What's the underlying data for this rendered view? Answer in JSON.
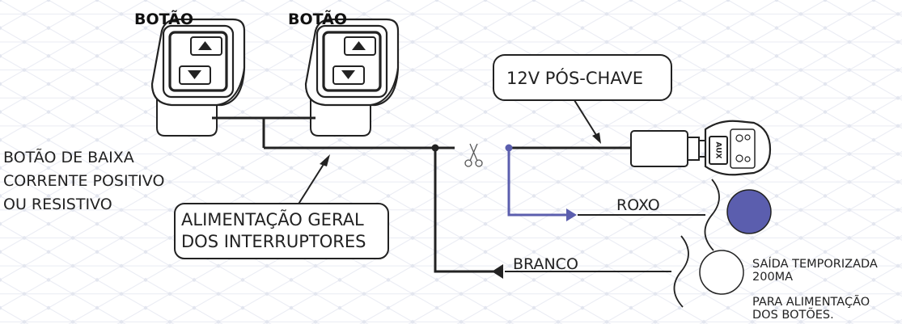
{
  "buttons": {
    "left_label": "BOTÃO",
    "right_label": "BOTÃO"
  },
  "button_type": [
    "BOTÃO DE BAIXA",
    "CORRENTE POSITIVO",
    "OU RESISTIVO"
  ],
  "power_supply": [
    "ALIMENTAÇÃO GERAL",
    "DOS INTERRUPTORES"
  ],
  "ignition": "12V PÓS-CHAVE",
  "module_label": "AUX",
  "wires": {
    "purple": "ROXO",
    "white": "BRANCO"
  },
  "output": {
    "line1": "SAÍDA TEMPORIZADA",
    "line2": "200MA",
    "line3": "PARA ALIMENTAÇÃO",
    "line4": "DOS BOTÕES."
  },
  "colors": {
    "purple": "#5b5eae",
    "wire": "#222222",
    "lattice": "#e8eaf2"
  }
}
